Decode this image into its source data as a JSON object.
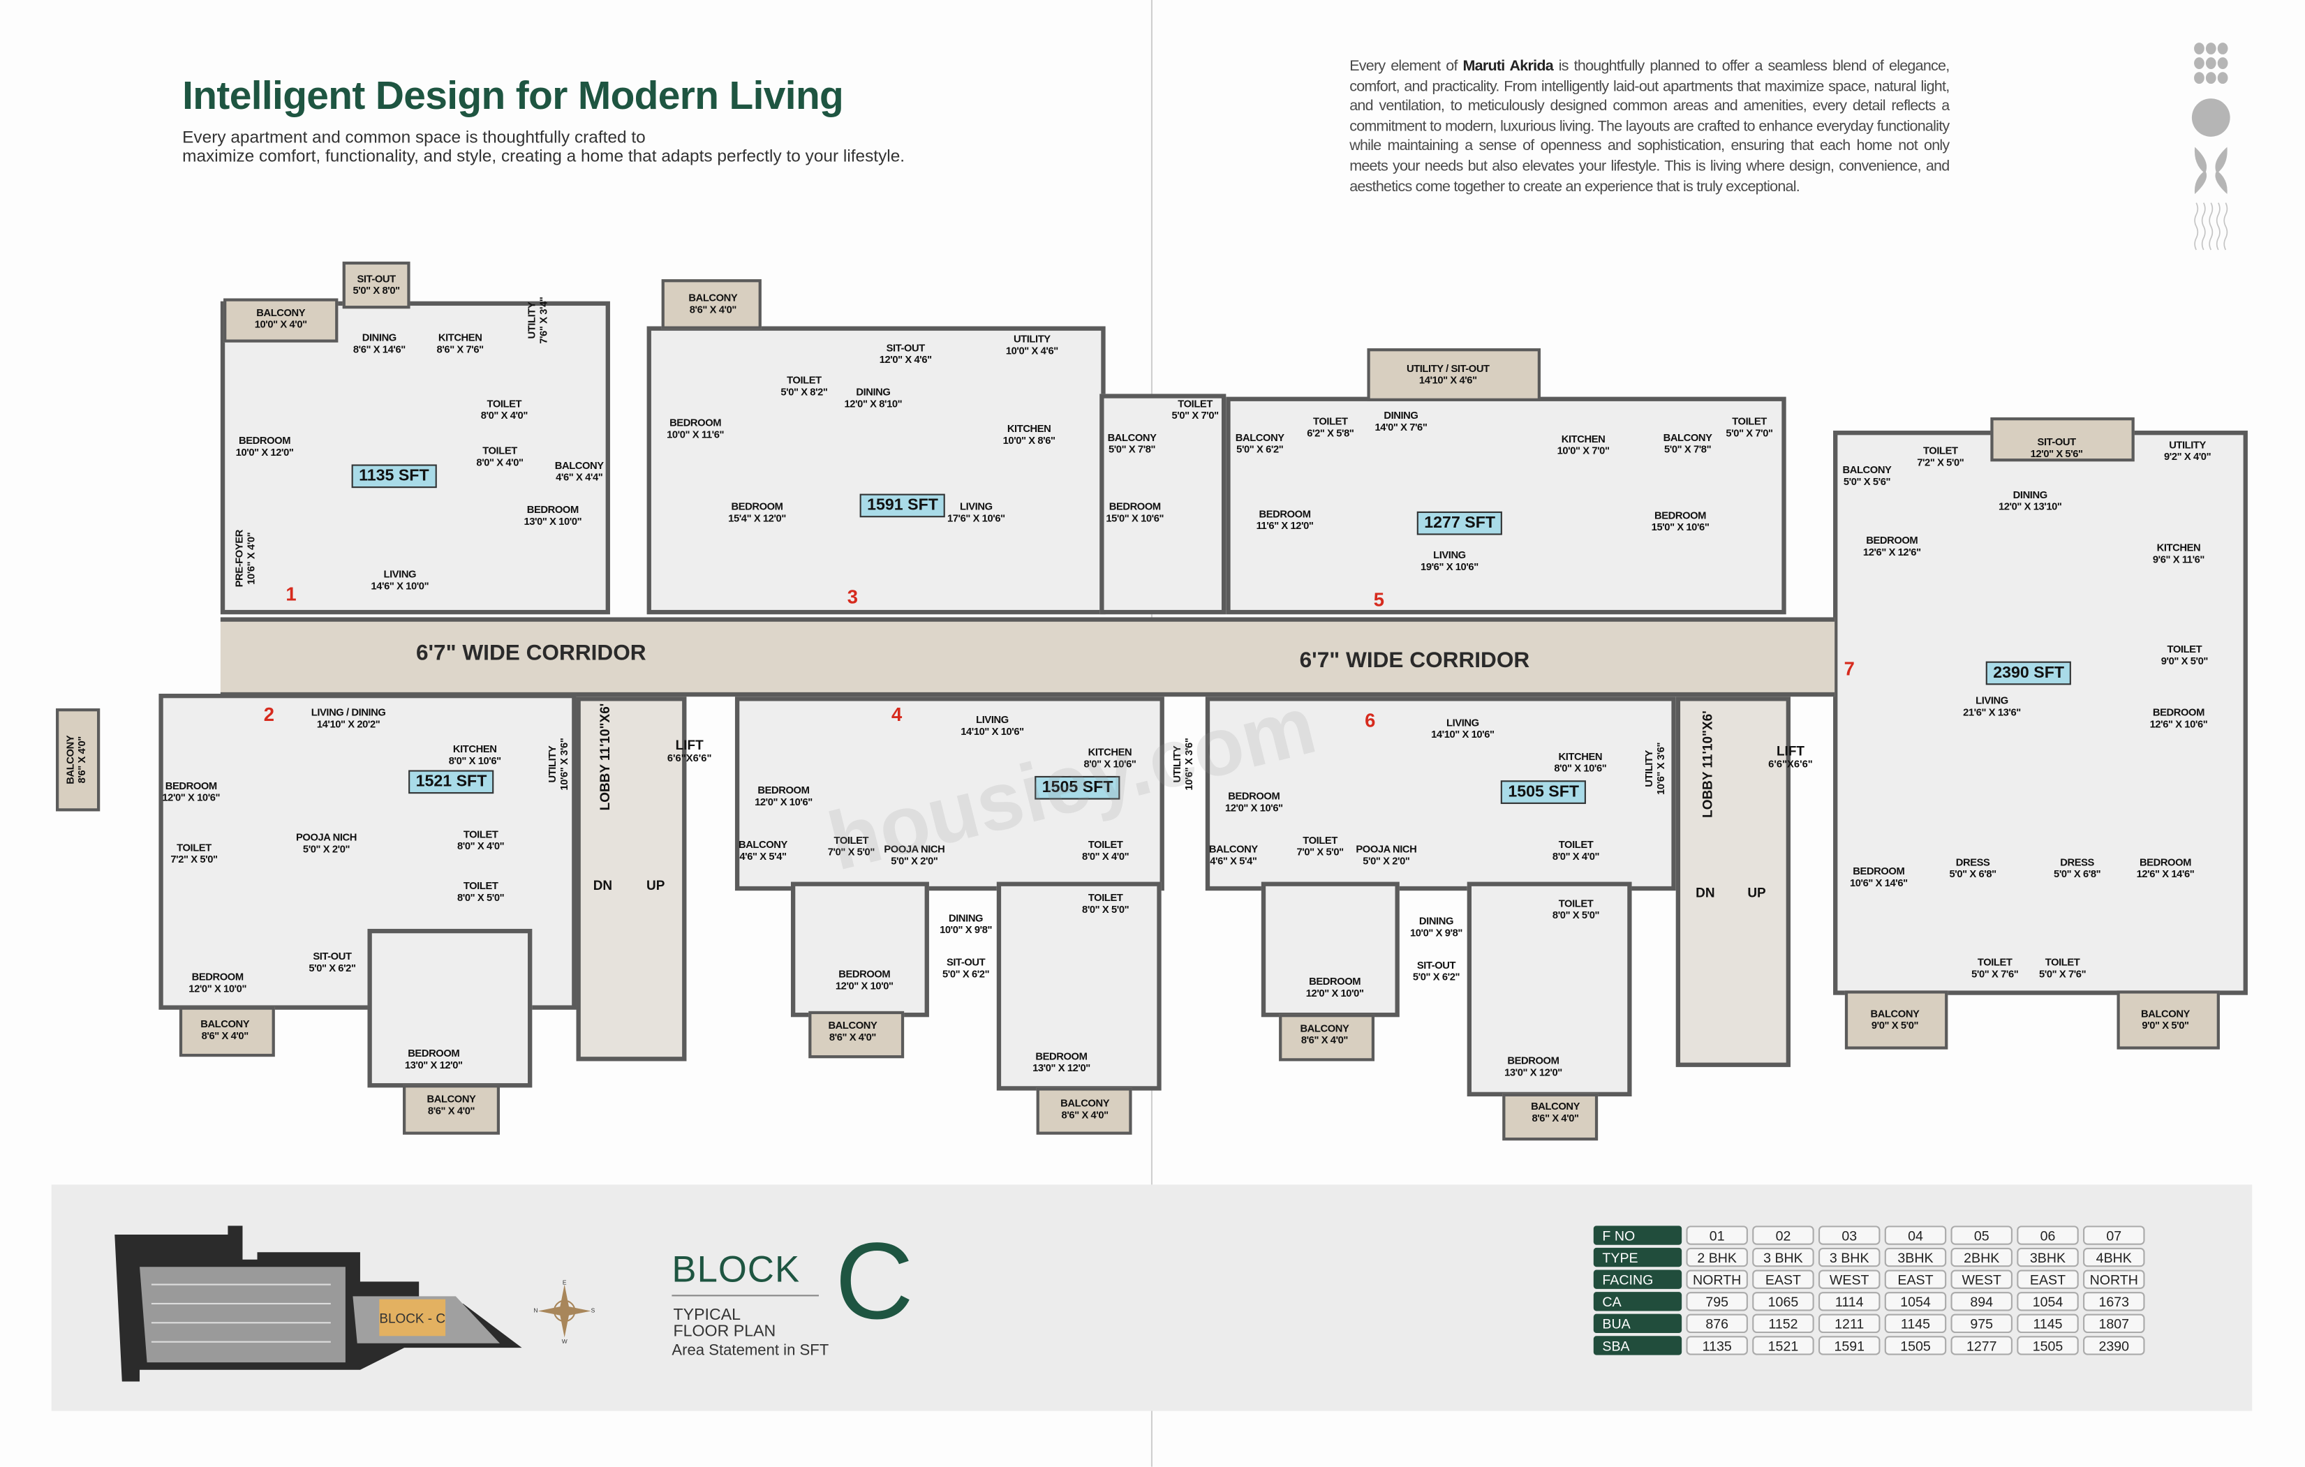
{
  "header": {
    "title": "Intelligent Design for Modern Living",
    "subtitle_line1": "Every apartment and common space is thoughtfully crafted to",
    "subtitle_line2": "maximize comfort, functionality, and style, creating a home that adapts perfectly to your lifestyle."
  },
  "intro": {
    "lead": "Every element of ",
    "brand": "Maruti Akrida",
    "body": " is thoughtfully planned to offer a seamless blend of elegance, comfort, and practicality. From intelligently laid-out apartments that maximize space, natural light, and ventilation, to meticulously designed common areas and amenities, every detail reflects a commitment to modern, luxurious living. The layouts are crafted to enhance everyday functionality while maintaining a sense of openness and sophistication, ensuring that each home not only meets your needs but also elevates your lifestyle. This is living where design, convenience, and aesthetics come together to create an experience that is truly exceptional."
  },
  "watermark": "housiey.com",
  "corridor_label": "6'7\" WIDE CORRIDOR",
  "cores": [
    {
      "lobby": "LOBBY 11'10\"X6'",
      "lift": "LIFT",
      "lift_size": "6'6\"X6'6\"",
      "dn": "DN",
      "up": "UP"
    },
    {
      "lobby": "LOBBY 11'10\"X6'",
      "lift": "LIFT",
      "lift_size": "6'6\"X6'6\"",
      "dn": "DN",
      "up": "UP"
    }
  ],
  "flats": [
    {
      "no": "1",
      "area": "1135 SFT",
      "rooms": [
        [
          "BALCONY",
          "10'0\" X 4'0\""
        ],
        [
          "SIT-OUT",
          "5'0\" X 8'0\""
        ],
        [
          "DINING",
          "8'6\" X 14'6\""
        ],
        [
          "KITCHEN",
          "8'6\" X 7'6\""
        ],
        [
          "UTILITY",
          "7'6\" X 3'4\""
        ],
        [
          "BEDROOM",
          "10'0\" X 12'0\""
        ],
        [
          "TOILET",
          "8'0\" X 4'0\""
        ],
        [
          "TOILET",
          "8'0\" X 4'0\""
        ],
        [
          "BALCONY",
          "4'6\" X 4'4\""
        ],
        [
          "PRE-FOYER",
          "10'6\" X 4'0\""
        ],
        [
          "LIVING",
          "14'6\" X 10'0\""
        ],
        [
          "BEDROOM",
          "13'0\" X 10'0\""
        ]
      ]
    },
    {
      "no": "2",
      "area": "1521 SFT",
      "rooms": [
        [
          "BALCONY",
          "8'6\" X 4'0\""
        ],
        [
          "BEDROOM",
          "12'0\" X 10'6\""
        ],
        [
          "LIVING / DINING",
          "14'10\" X 20'2\""
        ],
        [
          "KITCHEN",
          "8'0\" X 10'6\""
        ],
        [
          "UTILITY",
          "10'6\" X 3'6\""
        ],
        [
          "TOILET",
          "7'2\" X 5'0\""
        ],
        [
          "POOJA NICH",
          "5'0\" X 2'0\""
        ],
        [
          "TOILET",
          "8'0\" X 4'0\""
        ],
        [
          "TOILET",
          "8'0\" X 5'0\""
        ],
        [
          "BEDROOM",
          "12'0\" X 10'0\""
        ],
        [
          "SIT-OUT",
          "5'0\" X 6'2\""
        ],
        [
          "BEDROOM",
          "13'0\" X 12'0\""
        ],
        [
          "BALCONY",
          "8'6\" X 4'0\""
        ],
        [
          "BALCONY",
          "8'6\" X 4'0\""
        ]
      ]
    },
    {
      "no": "3",
      "area": "1591 SFT",
      "rooms": [
        [
          "BALCONY",
          "8'6\" X 4'0\""
        ],
        [
          "TOILET",
          "5'0\" X 8'2\""
        ],
        [
          "SIT-OUT",
          "12'0\" X 4'6\""
        ],
        [
          "UTILITY",
          "10'0\" X 4'6\""
        ],
        [
          "DINING",
          "12'0\" X 8'10\""
        ],
        [
          "BEDROOM",
          "10'0\" X 11'6\""
        ],
        [
          "KITCHEN",
          "10'0\" X 8'6\""
        ],
        [
          "BALCONY",
          "5'0\" X 7'8\""
        ],
        [
          "TOILET",
          "5'0\" X 7'0\""
        ],
        [
          "BEDROOM",
          "15'4\" X 12'0\""
        ],
        [
          "LIVING",
          "17'6\" X 10'6\""
        ],
        [
          "BEDROOM",
          "15'0\" X 10'6\""
        ]
      ]
    },
    {
      "no": "4",
      "area": "1505 SFT",
      "rooms": [
        [
          "BEDROOM",
          "12'0\" X 10'6\""
        ],
        [
          "LIVING",
          "14'10\" X 10'6\""
        ],
        [
          "KITCHEN",
          "8'0\" X 10'6\""
        ],
        [
          "UTILITY",
          "10'6\" X 3'6\""
        ],
        [
          "BALCONY",
          "4'6\" X 5'4\""
        ],
        [
          "TOILET",
          "7'0\" X 5'0\""
        ],
        [
          "POOJA NICH",
          "5'0\" X 2'0\""
        ],
        [
          "TOILET",
          "8'0\" X 4'0\""
        ],
        [
          "TOILET",
          "8'0\" X 5'0\""
        ],
        [
          "DINING",
          "10'0\" X 9'8\""
        ],
        [
          "SIT-OUT",
          "5'0\" X 6'2\""
        ],
        [
          "BEDROOM",
          "12'0\" X 10'0\""
        ],
        [
          "BALCONY",
          "8'6\" X 4'0\""
        ],
        [
          "BEDROOM",
          "13'0\" X 12'0\""
        ],
        [
          "BALCONY",
          "8'6\" X 4'0\""
        ]
      ]
    },
    {
      "no": "5",
      "area": "1277 SFT",
      "rooms": [
        [
          "BALCONY",
          "5'0\" X 6'2\""
        ],
        [
          "TOILET",
          "6'2\" X 5'8\""
        ],
        [
          "UTILITY / SIT-OUT",
          "14'10\" X 4'6\""
        ],
        [
          "DINING",
          "14'0\" X 7'6\""
        ],
        [
          "KITCHEN",
          "10'0\" X 7'0\""
        ],
        [
          "BALCONY",
          "5'0\" X 7'8\""
        ],
        [
          "TOILET",
          "5'0\" X 7'0\""
        ],
        [
          "BEDROOM",
          "11'6\" X 12'0\""
        ],
        [
          "LIVING",
          "19'6\" X 10'6\""
        ],
        [
          "BEDROOM",
          "15'0\" X 10'6\""
        ]
      ]
    },
    {
      "no": "6",
      "area": "1505 SFT",
      "rooms": [
        [
          "BEDROOM",
          "12'0\" X 10'6\""
        ],
        [
          "LIVING",
          "14'10\" X 10'6\""
        ],
        [
          "KITCHEN",
          "8'0\" X 10'6\""
        ],
        [
          "UTILITY",
          "10'6\" X 3'6\""
        ],
        [
          "BALCONY",
          "4'6\" X 5'4\""
        ],
        [
          "TOILET",
          "7'0\" X 5'0\""
        ],
        [
          "POOJA NICH",
          "5'0\" X 2'0\""
        ],
        [
          "TOILET",
          "8'0\" X 4'0\""
        ],
        [
          "TOILET",
          "8'0\" X 5'0\""
        ],
        [
          "DINING",
          "10'0\" X 9'8\""
        ],
        [
          "SIT-OUT",
          "5'0\" X 6'2\""
        ],
        [
          "BEDROOM",
          "12'0\" X 10'0\""
        ],
        [
          "BALCONY",
          "8'6\" X 4'0\""
        ],
        [
          "BEDROOM",
          "13'0\" X 12'0\""
        ],
        [
          "BALCONY",
          "8'6\" X 4'0\""
        ]
      ]
    },
    {
      "no": "7",
      "area": "2390 SFT",
      "rooms": [
        [
          "BALCONY",
          "5'0\" X 5'6\""
        ],
        [
          "TOILET",
          "7'2\" X 5'0\""
        ],
        [
          "SIT-OUT",
          "12'0\" X 5'6\""
        ],
        [
          "UTILITY",
          "9'2\" X 4'0\""
        ],
        [
          "DINING",
          "12'0\" X 13'10\""
        ],
        [
          "BEDROOM",
          "12'6\" X 12'6\""
        ],
        [
          "KITCHEN",
          "9'6\" X 11'6\""
        ],
        [
          "TOILET",
          "9'0\" X 5'0\""
        ],
        [
          "LIVING",
          "21'6\" X 13'6\""
        ],
        [
          "BEDROOM",
          "12'6\" X 10'6\""
        ],
        [
          "BEDROOM",
          "10'6\" X 14'6\""
        ],
        [
          "DRESS",
          "5'0\" X 6'8\""
        ],
        [
          "DRESS",
          "5'0\" X 6'8\""
        ],
        [
          "BEDROOM",
          "12'6\" X 14'6\""
        ],
        [
          "TOILET",
          "5'0\" X 7'6\""
        ],
        [
          "TOILET",
          "5'0\" X 7'6\""
        ],
        [
          "BALCONY",
          "9'0\" X 5'0\""
        ],
        [
          "BALCONY",
          "9'0\" X 5'0\""
        ]
      ]
    }
  ],
  "legend": {
    "keyplan_label": "BLOCK - C",
    "compass": {
      "n": "N",
      "e": "E",
      "s": "S",
      "w": "W"
    },
    "block_word": "BLOCK",
    "block_letter": "C",
    "typical": "TYPICAL",
    "floor_plan": "FLOOR PLAN",
    "area_statement": "Area Statement in SFT"
  },
  "area_table": {
    "rows": [
      {
        "label": "F NO",
        "values": [
          "01",
          "02",
          "03",
          "04",
          "05",
          "06",
          "07"
        ]
      },
      {
        "label": "TYPE",
        "values": [
          "2 BHK",
          "3 BHK",
          "3 BHK",
          "3BHK",
          "2BHK",
          "3BHK",
          "4BHK"
        ]
      },
      {
        "label": "FACING",
        "values": [
          "NORTH",
          "EAST",
          "WEST",
          "EAST",
          "WEST",
          "EAST",
          "NORTH"
        ]
      },
      {
        "label": "CA",
        "values": [
          "795",
          "1065",
          "1114",
          "1054",
          "894",
          "1054",
          "1673"
        ]
      },
      {
        "label": "BUA",
        "values": [
          "876",
          "1152",
          "1211",
          "1145",
          "975",
          "1145",
          "1807"
        ]
      },
      {
        "label": "SBA",
        "values": [
          "1135",
          "1521",
          "1591",
          "1505",
          "1277",
          "1505",
          "2390"
        ]
      }
    ]
  },
  "colors": {
    "brand_green": "#1e5541",
    "table_header": "#214d3c",
    "area_badge": "#a9dbe8",
    "flat_number": "#d62a1d"
  }
}
